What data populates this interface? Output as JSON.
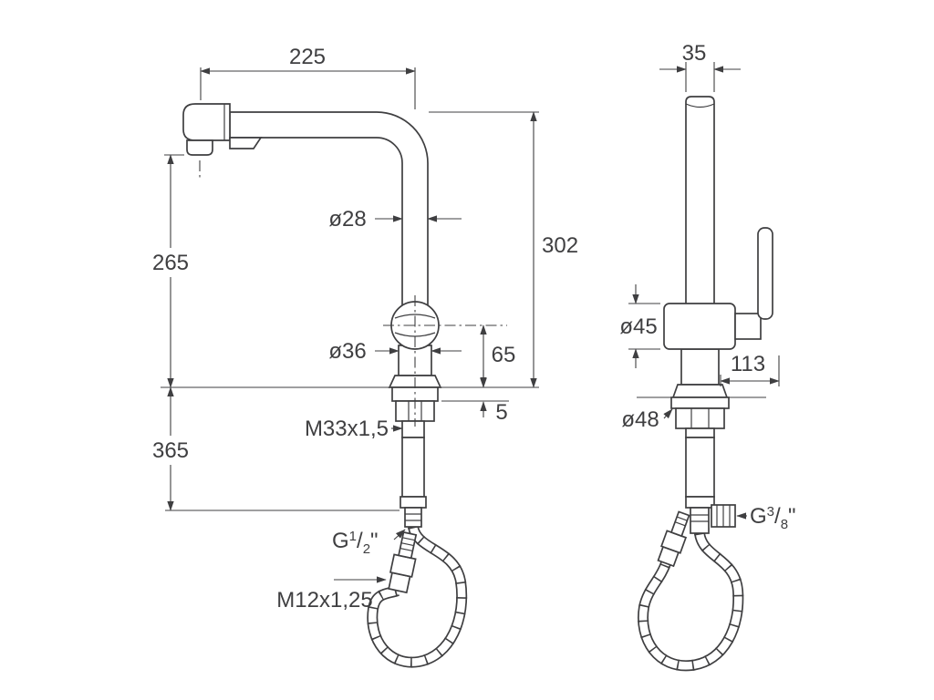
{
  "drawing": {
    "front_view": {
      "labels": {
        "spout_reach": "225",
        "height_to_outlet": "265",
        "total_height": "302",
        "below_deck_depth": "365",
        "spout_diameter": "ø28",
        "body_diameter": "ø36",
        "cartridge_height": "65",
        "deck_gap": "5",
        "shank_thread": "M33x1,5",
        "hose_end_thread": "M12x1,25",
        "hose_connection": {
          "prefix": "G",
          "numerator": "1",
          "slash": "/",
          "denominator": "2",
          "suffix": "\""
        }
      }
    },
    "side_view": {
      "labels": {
        "spout_tube_diameter": "35",
        "body_diameter": "ø45",
        "handle_depth": "113",
        "base_diameter": "ø48",
        "supply_connection": {
          "prefix": "G",
          "numerator": "3",
          "slash": "/",
          "denominator": "8",
          "suffix": "\""
        }
      }
    }
  }
}
